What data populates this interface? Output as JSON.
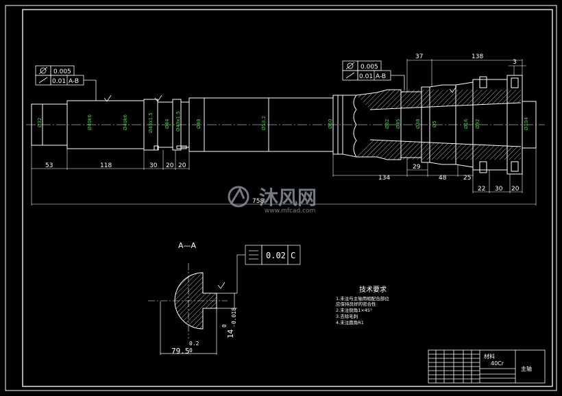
{
  "dimensions_bottom": [
    "53",
    "118",
    "30",
    "20",
    "20"
  ],
  "overall_length": "758",
  "dimensions_right_bottom": [
    "134",
    "29",
    "48",
    "25"
  ],
  "dimensions_far_right": [
    "22",
    "30",
    "20"
  ],
  "dimensions_top_right": [
    "37",
    "138",
    "3"
  ],
  "gdt_left": {
    "value1": "0.005",
    "value2": "0.01",
    "datum": "A-B"
  },
  "gdt_right": {
    "value1": "0.005",
    "value2": "0.01",
    "datum": "A-B"
  },
  "section": {
    "title": "A—A",
    "symmetry_tol": "0.02",
    "symmetry_datum": "C",
    "dim_width": "79.5",
    "dim_width_tol": "0.2",
    "dim_width_tol2": "0",
    "dim_key": "14",
    "dim_key_tol1": "0",
    "dim_key_tol2": "-0.018"
  },
  "tech_req": {
    "title": "技术要求",
    "items": [
      "1.未注与主轴用相配合部位",
      "   应保持良好的密合性",
      "2.未注倒角1×45°",
      "3.去除毛刺",
      "4.未注圆角R1"
    ]
  },
  "title_block": {
    "material_label": "材料",
    "material": "40Cr",
    "part_name": "主轴"
  },
  "watermark": {
    "brand": "沐风网",
    "url": "www.mfcad.com"
  },
  "colors": {
    "background": "#000000",
    "lines": "#ffffff",
    "diameter_labels": "#33dd33"
  }
}
